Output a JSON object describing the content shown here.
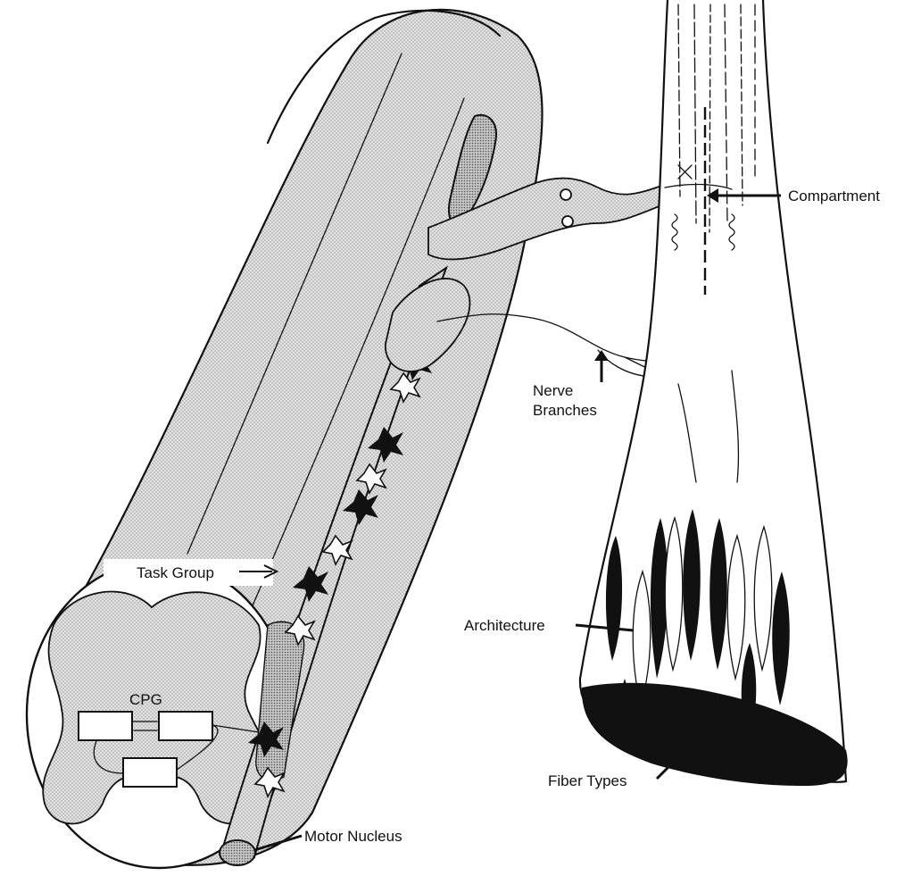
{
  "diagram": {
    "labels": {
      "compartment": "Compartment",
      "nerve_branches_line1": "Nerve",
      "nerve_branches_line2": "Branches",
      "task_group": "Task Group",
      "architecture": "Architecture",
      "cpg": "CPG",
      "fiber_types": "Fiber Types",
      "motor_nucleus": "Motor Nucleus"
    },
    "colors": {
      "ink": "#111111",
      "stipple_light": "#d7d7d7",
      "stipple_dark": "#9a9a9a",
      "background": "#ffffff"
    }
  }
}
